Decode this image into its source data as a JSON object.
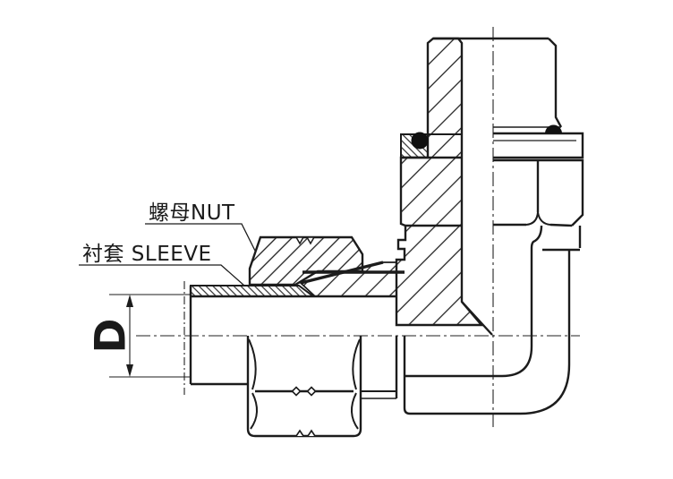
{
  "drawing": {
    "labels": {
      "nut": "螺母NUT",
      "sleeve": "衬套 SLEEVE",
      "diameter": "D"
    },
    "colors": {
      "line": "#1c1c1c",
      "background": "#ffffff",
      "seal": "#111111"
    }
  }
}
